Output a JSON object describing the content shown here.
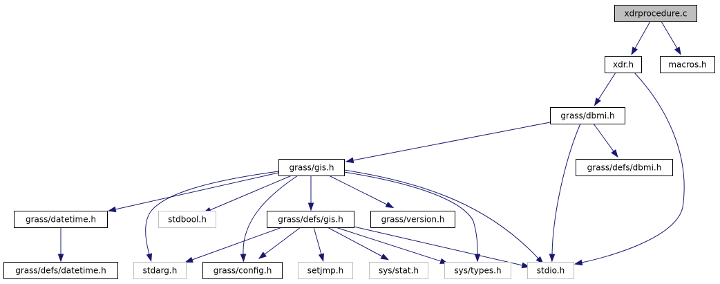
{
  "graph": {
    "title": "Include dependency graph for xdrprocedure.c",
    "colors": {
      "edge": "#191970",
      "root_fill": "#bfbfbf",
      "node_border": "#000000",
      "external_border": "#bfbfbf"
    },
    "nodes": [
      {
        "id": "xdrprocedure_c",
        "label": "xdrprocedure.c",
        "kind": "root"
      },
      {
        "id": "xdr_h",
        "label": "xdr.h",
        "kind": "internal"
      },
      {
        "id": "macros_h",
        "label": "macros.h",
        "kind": "internal"
      },
      {
        "id": "grass_dbmi_h",
        "label": "grass/dbmi.h",
        "kind": "internal"
      },
      {
        "id": "grass_gis_h",
        "label": "grass/gis.h",
        "kind": "internal"
      },
      {
        "id": "grass_defs_dbmi_h",
        "label": "grass/defs/dbmi.h",
        "kind": "internal"
      },
      {
        "id": "grass_datetime_h",
        "label": "grass/datetime.h",
        "kind": "internal"
      },
      {
        "id": "stdbool_h",
        "label": "stdbool.h",
        "kind": "external"
      },
      {
        "id": "grass_defs_gis_h",
        "label": "grass/defs/gis.h",
        "kind": "internal"
      },
      {
        "id": "grass_version_h",
        "label": "grass/version.h",
        "kind": "internal"
      },
      {
        "id": "grass_defs_datetime_h",
        "label": "grass/defs/datetime.h",
        "kind": "internal"
      },
      {
        "id": "stdarg_h",
        "label": "stdarg.h",
        "kind": "external"
      },
      {
        "id": "grass_config_h",
        "label": "grass/config.h",
        "kind": "internal"
      },
      {
        "id": "setjmp_h",
        "label": "setjmp.h",
        "kind": "external"
      },
      {
        "id": "sys_stat_h",
        "label": "sys/stat.h",
        "kind": "external"
      },
      {
        "id": "sys_types_h",
        "label": "sys/types.h",
        "kind": "external"
      },
      {
        "id": "stdio_h",
        "label": "stdio.h",
        "kind": "external"
      }
    ],
    "edges": [
      {
        "from": "xdrprocedure_c",
        "to": "xdr_h"
      },
      {
        "from": "xdrprocedure_c",
        "to": "macros_h"
      },
      {
        "from": "xdr_h",
        "to": "grass_dbmi_h"
      },
      {
        "from": "xdr_h",
        "to": "stdio_h"
      },
      {
        "from": "grass_dbmi_h",
        "to": "grass_gis_h"
      },
      {
        "from": "grass_dbmi_h",
        "to": "stdio_h"
      },
      {
        "from": "grass_dbmi_h",
        "to": "grass_defs_dbmi_h"
      },
      {
        "from": "grass_gis_h",
        "to": "grass_datetime_h"
      },
      {
        "from": "grass_gis_h",
        "to": "stdarg_h"
      },
      {
        "from": "grass_gis_h",
        "to": "stdbool_h"
      },
      {
        "from": "grass_gis_h",
        "to": "grass_config_h"
      },
      {
        "from": "grass_gis_h",
        "to": "grass_defs_gis_h"
      },
      {
        "from": "grass_gis_h",
        "to": "grass_version_h"
      },
      {
        "from": "grass_gis_h",
        "to": "sys_types_h"
      },
      {
        "from": "grass_gis_h",
        "to": "stdio_h"
      },
      {
        "from": "grass_datetime_h",
        "to": "grass_defs_datetime_h"
      },
      {
        "from": "grass_defs_gis_h",
        "to": "stdarg_h"
      },
      {
        "from": "grass_defs_gis_h",
        "to": "grass_config_h"
      },
      {
        "from": "grass_defs_gis_h",
        "to": "setjmp_h"
      },
      {
        "from": "grass_defs_gis_h",
        "to": "sys_stat_h"
      },
      {
        "from": "grass_defs_gis_h",
        "to": "sys_types_h"
      },
      {
        "from": "grass_defs_gis_h",
        "to": "stdio_h"
      }
    ]
  }
}
